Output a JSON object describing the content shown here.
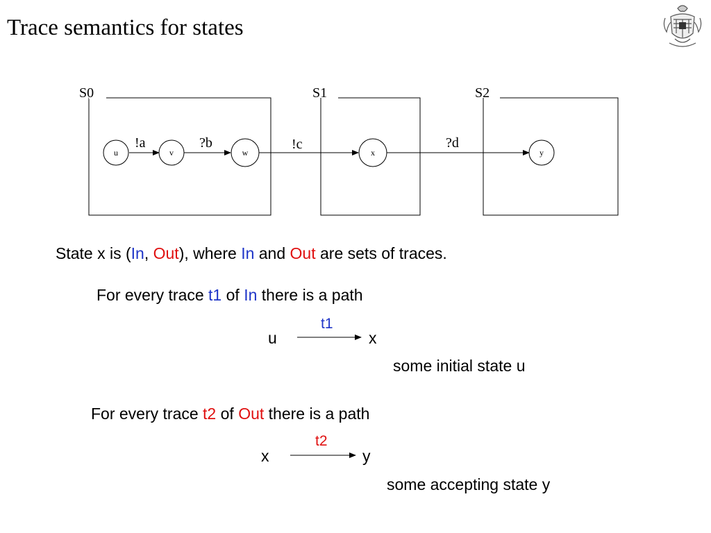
{
  "title": "Trace semantics for states",
  "diagram": {
    "states": [
      {
        "label": "S0"
      },
      {
        "label": "S1"
      },
      {
        "label": "S2"
      }
    ],
    "nodes": [
      "u",
      "v",
      "w",
      "x",
      "y"
    ],
    "edges": [
      {
        "from": "u",
        "to": "v",
        "label": "!a"
      },
      {
        "from": "v",
        "to": "w",
        "label": "?b"
      },
      {
        "from": "w",
        "to": "x",
        "label": "!c"
      },
      {
        "from": "x",
        "to": "y",
        "label": "?d"
      }
    ]
  },
  "text": {
    "state_line": {
      "p1": "State x is  (",
      "in": "In",
      "p2": ", ",
      "out": "Out",
      "p3": "), where ",
      "in2": "In",
      "p4": " and ",
      "out2": "Out",
      "p5": " are sets of traces."
    },
    "in_line": {
      "p1": "For every trace ",
      "t1": "t1",
      "p2": " of ",
      "in": "In",
      "p3": " there is a path"
    },
    "path1": {
      "from": "u",
      "label": "t1",
      "to": "x"
    },
    "initial_note": "some initial state u",
    "out_line": {
      "p1": "For every trace ",
      "t2": "t2",
      "p2": " of ",
      "out": "Out",
      "p3": " there is a path"
    },
    "path2": {
      "from": "x",
      "label": "t2",
      "to": "y"
    },
    "accepting_note": "some accepting state y"
  },
  "colors": {
    "in": "#1f35c8",
    "out": "#e01010"
  }
}
